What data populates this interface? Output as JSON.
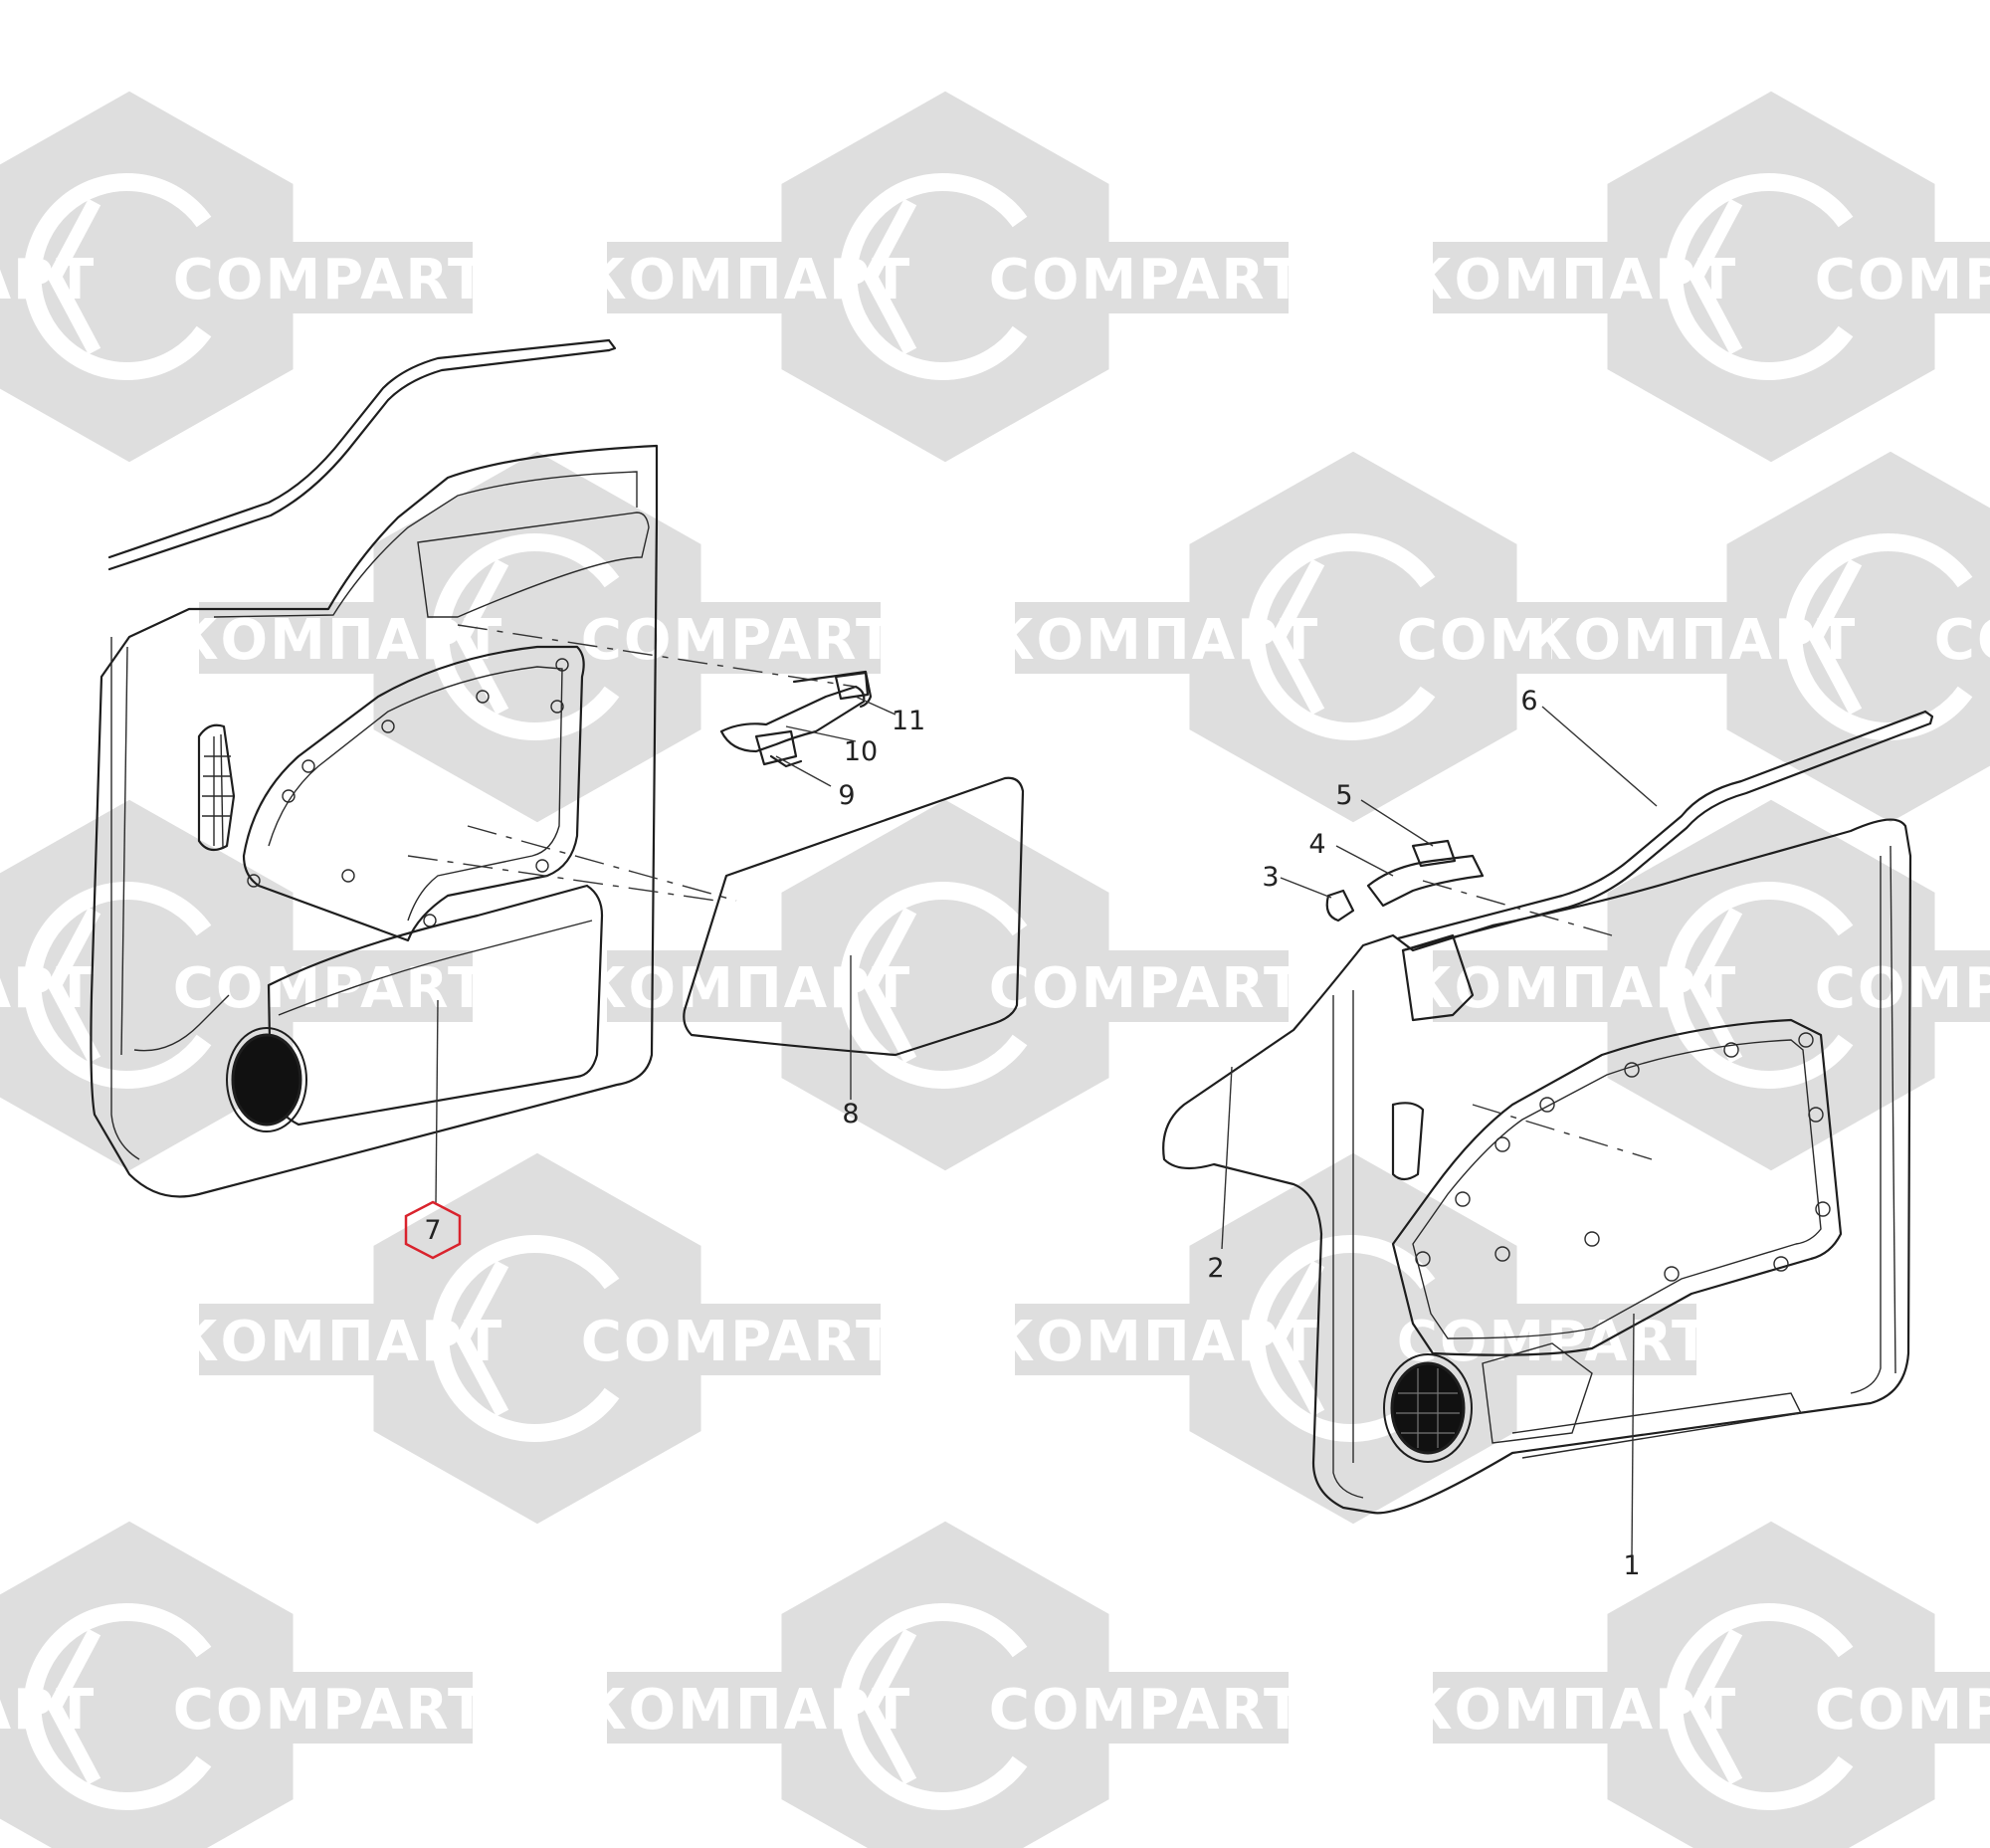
{
  "watermark": {
    "text_latin": "COMPART",
    "text_cyrillic": "КОМПАРТ",
    "color": "#dedede"
  },
  "callouts": [
    {
      "id": "1",
      "label": "1"
    },
    {
      "id": "2",
      "label": "2"
    },
    {
      "id": "3",
      "label": "3"
    },
    {
      "id": "4",
      "label": "4"
    },
    {
      "id": "5",
      "label": "5"
    },
    {
      "id": "6",
      "label": "6"
    },
    {
      "id": "7",
      "label": "7",
      "highlighted": true
    },
    {
      "id": "8",
      "label": "8"
    },
    {
      "id": "9",
      "label": "9"
    },
    {
      "id": "10",
      "label": "10"
    },
    {
      "id": "11",
      "label": "11"
    }
  ],
  "highlight_color": "#d9232d"
}
